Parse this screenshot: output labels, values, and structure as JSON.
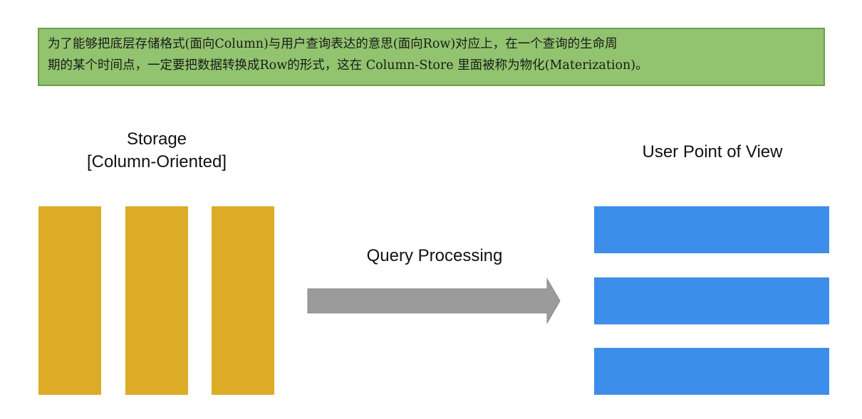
{
  "note": {
    "line1": "为了能够把底层存储格式(面向Column)与用户查询表达的意思(面向Row)对应上，在一个查询的生命周",
    "line2": "期的某个时间点，一定要把数据转换成Row的形式，这在 Column-Store 里面被称为物化(Materization)。"
  },
  "storage": {
    "title_line1": "Storage",
    "title_line2": "[Column-Oriented]"
  },
  "arrow_label": "Query Processing",
  "user_view": {
    "title": "User Point of  View"
  },
  "colors": {
    "note_bg": "#92c46f",
    "note_border": "#6c9f4c",
    "column_bar": "#dcac26",
    "row_bar": "#3d8eeb",
    "arrow": "#9b9b9b"
  }
}
